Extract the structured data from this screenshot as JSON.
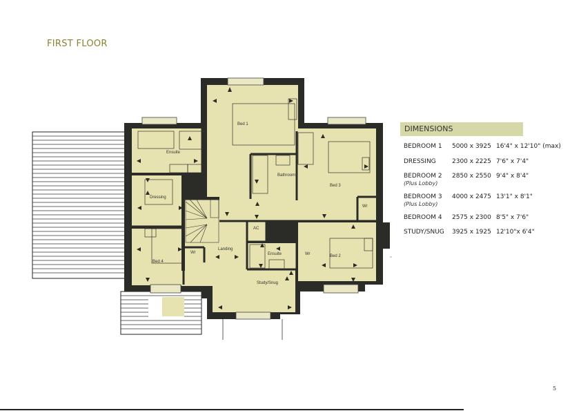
{
  "page": {
    "title": "FIRST FLOOR",
    "page_number": "5"
  },
  "plan": {
    "rooms": [
      {
        "id": "bed1",
        "label": "Bed 1"
      },
      {
        "id": "ensuite1",
        "label": "Ensuite"
      },
      {
        "id": "dressing",
        "label": "Dressing"
      },
      {
        "id": "bathroom",
        "label": "Bathroom"
      },
      {
        "id": "bed3",
        "label": "Bed 3"
      },
      {
        "id": "wr3",
        "label": "Wr"
      },
      {
        "id": "ac",
        "label": "AC"
      },
      {
        "id": "landing",
        "label": "Landing"
      },
      {
        "id": "bed4",
        "label": "Bed 4"
      },
      {
        "id": "wr4",
        "label": "Wr"
      },
      {
        "id": "ensuite2",
        "label": "Ensuite"
      },
      {
        "id": "wr2",
        "label": "Wr"
      },
      {
        "id": "bed2",
        "label": "Bed 2"
      },
      {
        "id": "study",
        "label": "Study/Snug"
      }
    ],
    "colors": {
      "floor": "#e6e3b0",
      "wall": "#2b2b28",
      "line": "#3a3a30",
      "accent_title": "#8a8230",
      "header_bg": "#d6d8a8"
    }
  },
  "dimensions": {
    "header": "DIMENSIONS",
    "rows": [
      {
        "room": "BEDROOM 1",
        "metric": "5000 x 3925",
        "imperial": "16'4\" x 12'10\" (max)",
        "note": ""
      },
      {
        "room": "DRESSING",
        "metric": "2300 x 2225",
        "imperial": "7'6\" x 7'4\"",
        "note": ""
      },
      {
        "room": "BEDROOM 2",
        "metric": "2850 x 2550",
        "imperial": "9'4\" x 8'4\"",
        "note": "(Plus Lobby)"
      },
      {
        "room": "BEDROOM 3",
        "metric": "4000 x 2475",
        "imperial": "13'1\" x 8'1\"",
        "note": "(Plus Lobby)"
      },
      {
        "room": "BEDROOM 4",
        "metric": "2575 x 2300",
        "imperial": "8'5\" x 7'6\"",
        "note": ""
      },
      {
        "room": "STUDY/SNUG",
        "metric": "3925 x 1925",
        "imperial": "12'10\"x 6'4\"",
        "note": ""
      }
    ]
  }
}
